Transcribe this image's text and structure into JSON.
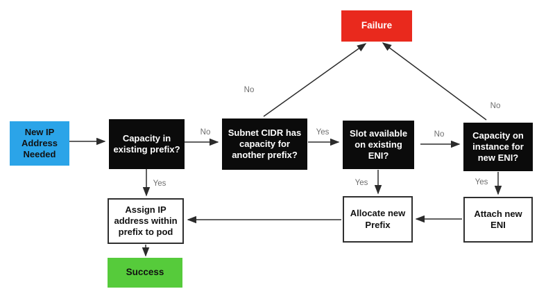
{
  "diagram": {
    "kind": "flowchart",
    "topic": "IP address allocation for pods (prefix / ENI capacity)"
  },
  "colors": {
    "start_blue": "#2BA4E8",
    "decision_black": "#0B0B0B",
    "failure_red": "#E9291D",
    "success_green": "#56CB3B",
    "process_border": "#2F2F2F",
    "edge_label_gray": "#6E6E6E"
  },
  "nodes": {
    "start": {
      "label": "New IP\nAddress\nNeeded"
    },
    "capacity_existing_prefix": {
      "label": "Capacity in\nexisting prefix?"
    },
    "subnet_cidr_capacity": {
      "label": "Subnet CIDR has\ncapacity for\nanother prefix?"
    },
    "slot_available_eni": {
      "label": "Slot available\non existing\nENI?"
    },
    "capacity_new_eni": {
      "label": "Capacity on\ninstance for\nnew ENI?"
    },
    "failure": {
      "label": "Failure"
    },
    "assign_ip": {
      "label": "Assign IP\naddress within\nprefix to pod"
    },
    "allocate_prefix": {
      "label": "Allocate new\nPrefix"
    },
    "attach_eni": {
      "label": "Attach new\nENI"
    },
    "success": {
      "label": "Success"
    }
  },
  "edge_labels": {
    "capacity_existing_prefix_no": "No",
    "capacity_existing_prefix_yes": "Yes",
    "subnet_cidr_no": "No",
    "subnet_cidr_yes": "Yes",
    "slot_eni_no": "No",
    "slot_eni_yes": "Yes",
    "capacity_new_eni_no": "No",
    "capacity_new_eni_yes": "Yes"
  }
}
